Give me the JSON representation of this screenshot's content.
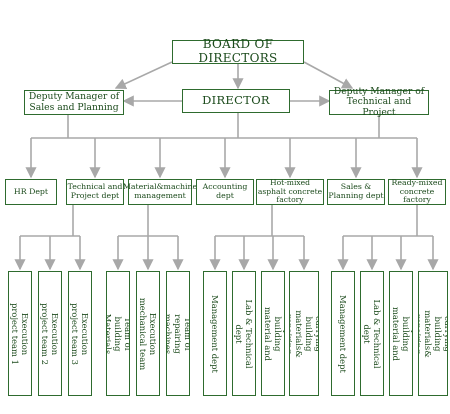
{
  "board": "BOARD OF DIRECTORS",
  "director": "DIRECTOR",
  "deputy_sales": "Deputy Manager of Sales and Planning",
  "deputy_tech": "Deputy Manager of Technical and Project",
  "departments": [
    {
      "label": "HR Dept",
      "teams": []
    },
    {
      "label": "Technical and Project dept",
      "teams": [
        "Execution project team 1",
        "Execution project team 2",
        "Execution project team 3"
      ]
    },
    {
      "label": "Material&machine management",
      "teams": [
        "Team of building Materials",
        "Execution mechanical team",
        "Team of repairing machines"
      ]
    },
    {
      "label": "Accounting dept",
      "teams": []
    },
    {
      "label": "Hot-mixed asphalt concrete factory",
      "teams": [
        "Management dept",
        "Lab & Technical dept",
        "Dept of building material and security",
        "Teams of carrying building materials& repairing machines"
      ]
    },
    {
      "label": "Sales & Planning dept",
      "teams": []
    },
    {
      "label": "Ready-mixed concrete factory",
      "teams": [
        "Management dept",
        "Lab & Technical dept",
        "Dept of building material and security",
        "Teams of carrying building materials& repairing machines"
      ]
    }
  ],
  "colors": {
    "line": "#a8a8a8",
    "border": "#2e6b2e",
    "text": "#1b4a1b"
  }
}
